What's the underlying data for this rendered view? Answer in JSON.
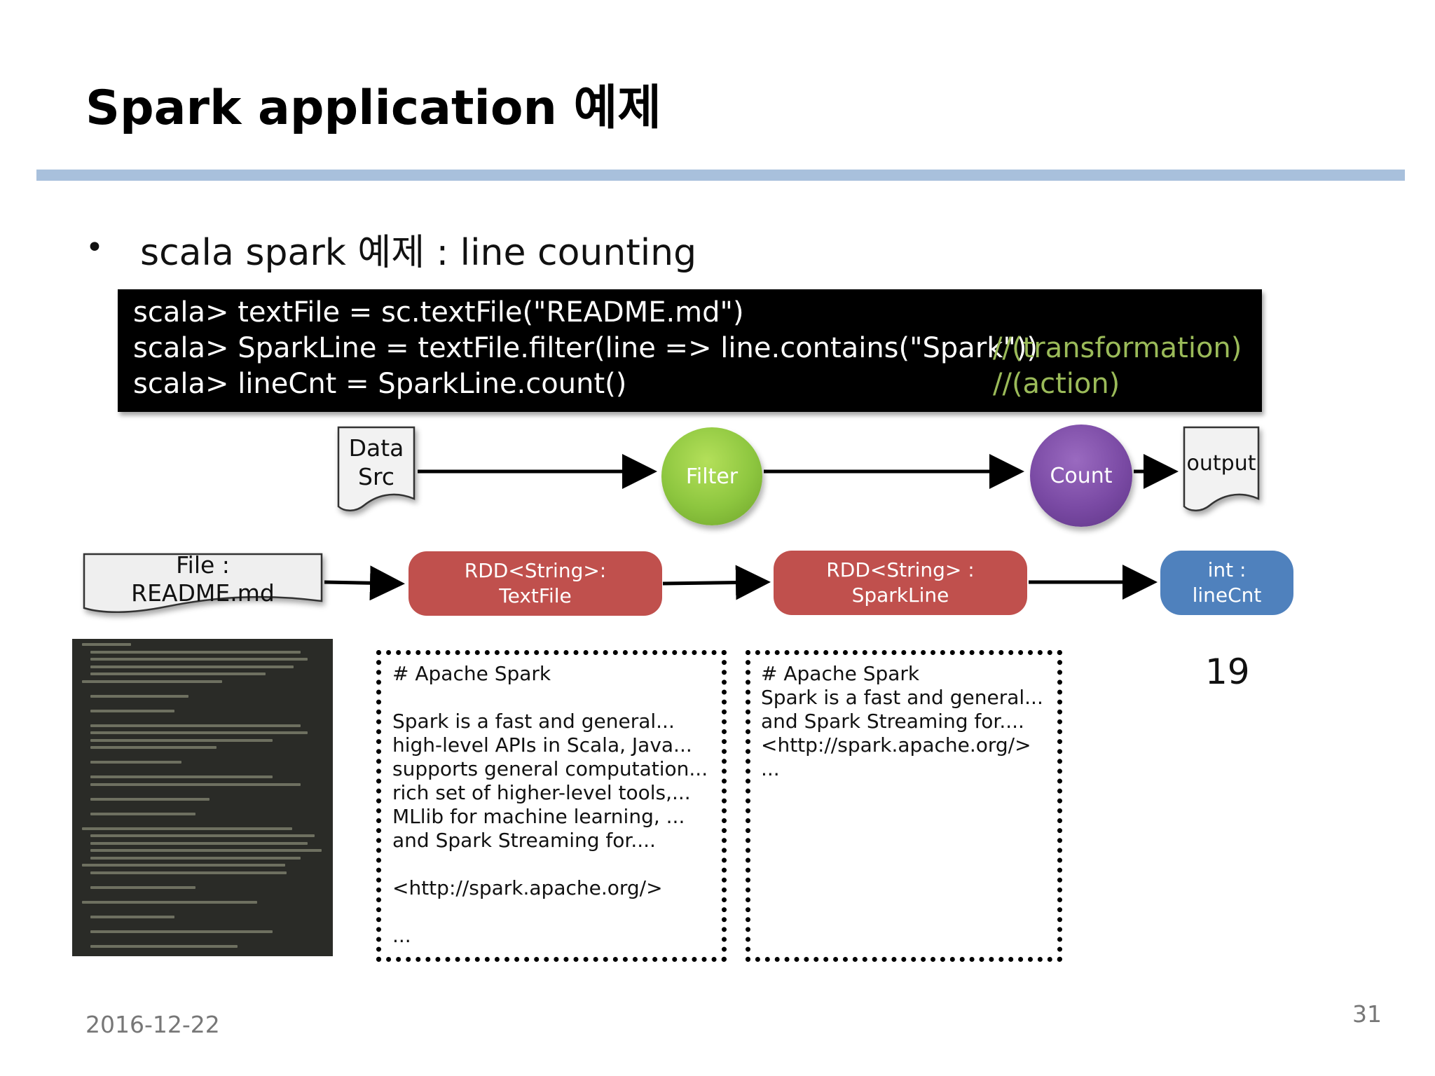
{
  "slide": {
    "title": "Spark application 예제",
    "bullet_marker": "•",
    "bullet": "scala spark 예제 : line counting",
    "date": "2016-12-22",
    "page_number": "31"
  },
  "code": {
    "lines": [
      "scala>  textFile  =  sc.textFile(\"README.md\")",
      "scala>  SparkLine  =  textFile.filter(line  =>  line.contains(\"Spark\"))",
      "scala>  lineCnt  =  SparkLine.count()"
    ],
    "comments": [
      "//(transformation)",
      "//(action)"
    ],
    "comment_color": "#9bbb59"
  },
  "pipeline": {
    "source": [
      "Data",
      "Src"
    ],
    "filter": "Filter",
    "count": "Count",
    "output": "output",
    "filter_color": "#8dc63f",
    "count_color": "#7a4aa4"
  },
  "types": {
    "file": [
      "File :",
      "README.md"
    ],
    "rdd_textfile": [
      "RDD<String>:",
      "TextFile"
    ],
    "rdd_sparkline": [
      "RDD<String> :",
      "SparkLine"
    ],
    "int_linecnt": [
      "int :",
      "lineCnt"
    ],
    "rdd_color": "#c0504d",
    "int_color": "#4f81bd"
  },
  "textfile_contents": {
    "lines": [
      "# Apache Spark",
      "",
      "Spark is a fast and general...",
      "high-level APIs in Scala, Java...",
      "supports general computation...",
      "rich set of higher-level tools,...",
      "MLlib for machine learning, ...",
      "and Spark Streaming for....",
      "",
      "<http://spark.apache.org/>",
      "",
      "..."
    ]
  },
  "sparkline_contents": {
    "lines": [
      "# Apache Spark",
      "Spark is a fast and general...",
      "and Spark Streaming for....",
      "<http://spark.apache.org/>",
      "..."
    ]
  },
  "result": "19"
}
